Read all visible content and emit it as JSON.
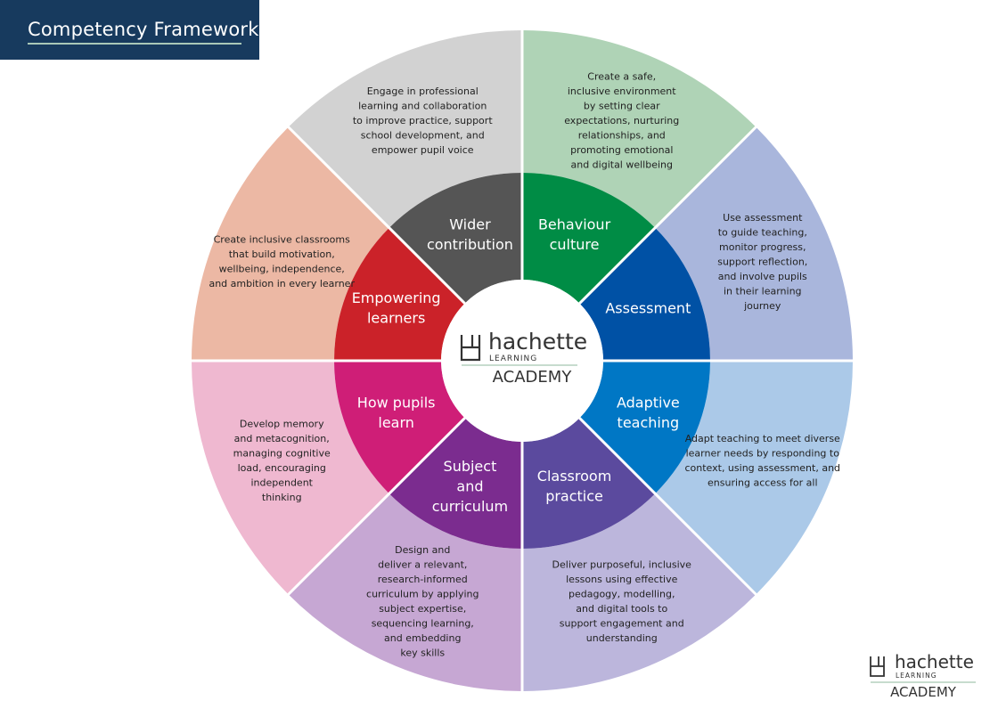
{
  "header": {
    "title": "Competency Framework"
  },
  "colors": {
    "header_bg": "#173a5e",
    "segments_inner": [
      "#cb2229",
      "#555555",
      "#008c45",
      "#0051a5",
      "#0077c5",
      "#5b4a9e",
      "#7b2c8f",
      "#cf1e77"
    ],
    "segments_outer": [
      "#ecb8a4",
      "#d2d2d2",
      "#afd3b6",
      "#a9b6dc",
      "#abc9e8",
      "#bcb6dc",
      "#c6a7d3",
      "#efb8d0"
    ]
  },
  "segments": [
    {
      "id": "empowering-learners",
      "label": "Empowering learners",
      "label_lines": [
        "Empowering",
        "learners"
      ],
      "description_lines": [
        "Create inclusive classrooms",
        "that build motivation,",
        "wellbeing, independence,",
        "and ambition in every learner"
      ]
    },
    {
      "id": "wider-contribution",
      "label": "Wider contribution",
      "label_lines": [
        "Wider",
        "contribution"
      ],
      "description_lines": [
        "Engage in professional",
        "learning and collaboration",
        "to improve practice, support",
        "school development, and",
        "empower pupil voice"
      ]
    },
    {
      "id": "behaviour-culture",
      "label": "Behaviour culture",
      "label_lines": [
        "Behaviour",
        "culture"
      ],
      "description_lines": [
        "Create a safe,",
        "inclusive environment",
        "by setting clear",
        "expectations, nurturing",
        "relationships, and",
        "promoting emotional",
        "and digital wellbeing"
      ]
    },
    {
      "id": "assessment",
      "label": "Assessment",
      "label_lines": [
        "Assessment"
      ],
      "description_lines": [
        "Use assessment",
        "to guide teaching,",
        "monitor progress,",
        "support reflection,",
        "and involve pupils",
        "in their learning",
        "journey"
      ]
    },
    {
      "id": "adaptive-teaching",
      "label": "Adaptive teaching",
      "label_lines": [
        "Adaptive",
        "teaching"
      ],
      "description_lines": [
        "Adapt teaching to meet diverse",
        "learner needs by responding to",
        "context, using assessment, and",
        "ensuring access for all"
      ]
    },
    {
      "id": "classroom-practice",
      "label": "Classroom practice",
      "label_lines": [
        "Classroom",
        "practice"
      ],
      "description_lines": [
        "Deliver purposeful, inclusive",
        "lessons using effective",
        "pedagogy, modelling,",
        "and digital tools to",
        "support engagement and",
        "understanding"
      ]
    },
    {
      "id": "subject-and-curriculum",
      "label": "Subject and curriculum",
      "label_lines": [
        "Subject",
        "and",
        "curriculum"
      ],
      "description_lines": [
        "Design and",
        "deliver a relevant,",
        "research-informed",
        "curriculum by applying",
        "subject expertise,",
        "sequencing learning,",
        "and embedding",
        "key skills"
      ]
    },
    {
      "id": "how-pupils-learn",
      "label": "How pupils learn",
      "label_lines": [
        "How pupils",
        "learn"
      ],
      "description_lines": [
        "Develop memory",
        "and metacognition,",
        "managing cognitive",
        "load, encouraging",
        "independent",
        "thinking"
      ]
    }
  ],
  "logo": {
    "brand": "hachette",
    "sub": "LEARNING",
    "academy": "ACADEMY"
  }
}
